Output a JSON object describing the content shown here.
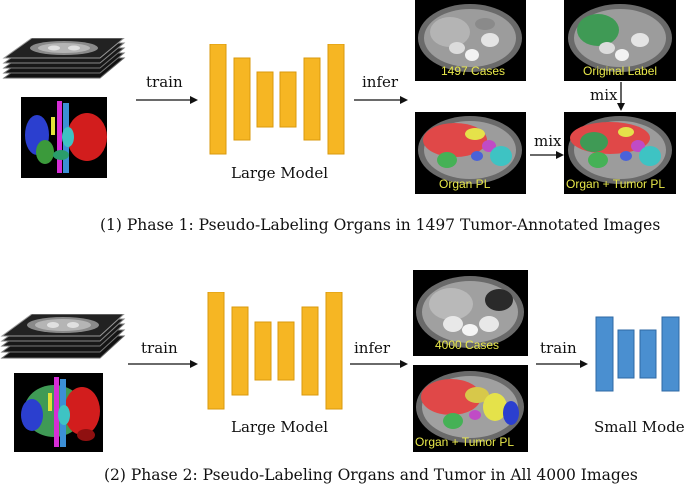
{
  "phase1": {
    "train_label": "train",
    "infer_label": "infer",
    "mix_label_1": "mix",
    "mix_label_2": "mix",
    "model_label": "Large Model",
    "panels": {
      "cases": "1497 Cases",
      "original_label": "Original Label",
      "organ_pl": "Organ PL",
      "organ_tumor_pl": "Organ + Tumor PL"
    },
    "caption": "(1) Phase 1: Pseudo-Labeling Organs in 1497 Tumor-Annotated Images"
  },
  "phase2": {
    "train_label": "train",
    "infer_label": "infer",
    "train_label_2": "train",
    "large_model_label": "Large Model",
    "small_model_label": "Small Model",
    "panels": {
      "cases": "4000 Cases",
      "organ_tumor_pl": "Organ + Tumor PL"
    },
    "caption": "(2) Phase 2: Pseudo-Labeling Organs and Tumor in All 4000 Images"
  },
  "colors": {
    "large_model": "#f6b623",
    "large_model_edge": "#d9990e",
    "small_model": "#4a8fd0",
    "small_model_edge": "#2f6aa4",
    "ct_label_text": "#e8e84a"
  }
}
